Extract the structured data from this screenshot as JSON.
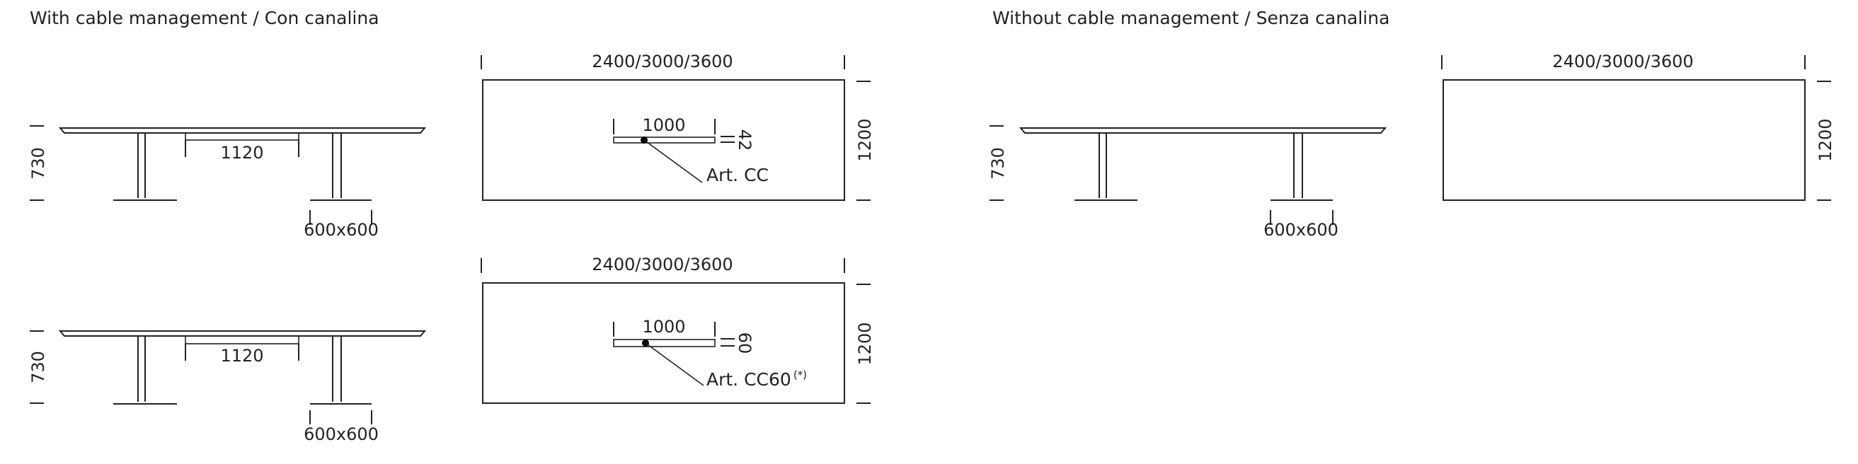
{
  "sections": {
    "with_cable": {
      "title": "With cable management / Con canalina",
      "side_view_1": {
        "height": "730",
        "channel_width": "1120",
        "base": "600x600"
      },
      "top_view_1": {
        "length": "2400/3000/3600",
        "depth": "1200",
        "channel_length": "1000",
        "channel_depth": "42",
        "article": "Art. CC"
      },
      "side_view_2": {
        "height": "730",
        "channel_width": "1120",
        "base": "600x600"
      },
      "top_view_2": {
        "length": "2400/3000/3600",
        "depth": "1200",
        "channel_length": "1000",
        "channel_depth": "60",
        "article": "Art. CC60",
        "article_note": "(*)"
      }
    },
    "without_cable": {
      "title": "Without cable management / Senza canalina",
      "side_view": {
        "height": "730",
        "base": "600x600"
      },
      "top_view": {
        "length": "2400/3000/3600",
        "depth": "1200"
      }
    }
  }
}
